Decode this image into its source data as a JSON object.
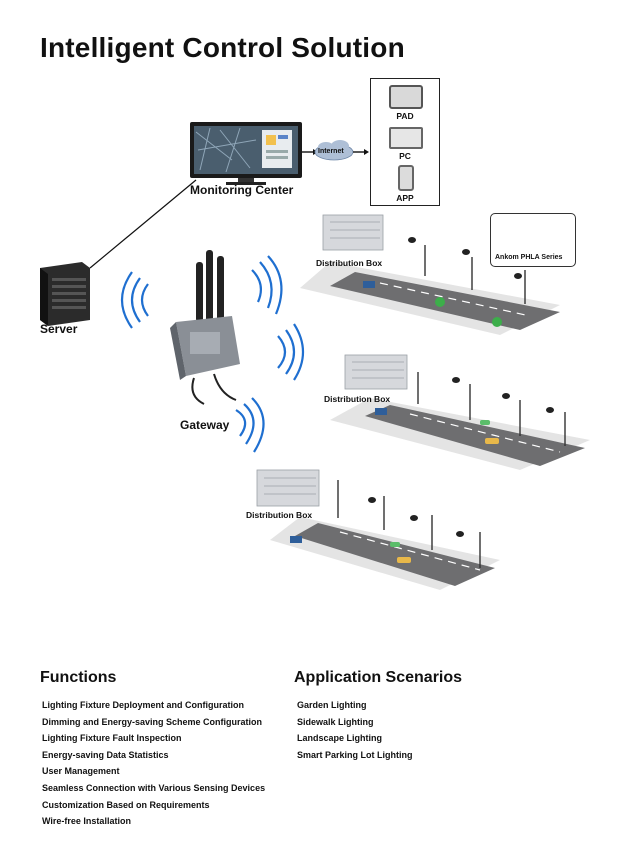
{
  "title": "Intelligent Control Solution",
  "diagram": {
    "monitoring_center": "Monitoring Center",
    "internet": "Internet",
    "devices": [
      "PAD",
      "PC",
      "APP"
    ],
    "server": "Server",
    "gateway": "Gateway",
    "sensor": "Ankom PHLA Series",
    "distribution_box_1": "Distribution Box",
    "distribution_box_2": "Distribution Box",
    "distribution_box_3": "Distribution Box"
  },
  "functions": {
    "heading": "Functions",
    "items": [
      "Lighting Fixture Deployment and Configuration",
      "Dimming and Energy-saving Scheme Configuration",
      "Lighting Fixture Fault Inspection",
      "Energy-saving Data Statistics",
      "User Management",
      "Seamless Connection with Various Sensing Devices",
      "Customization Based on Requirements",
      "Wire-free Installation"
    ]
  },
  "scenarios": {
    "heading": "Application Scenarios",
    "items": [
      "Garden Lighting",
      "Sidewalk Lighting",
      "Landscape Lighting",
      "Smart Parking Lot Lighting"
    ]
  },
  "colors": {
    "road": "#6e6e70",
    "roadside": "#e4e4e4",
    "cabinet": "#d6d8dc",
    "signal": "#1f6fd0",
    "tree": "#3cae4a"
  }
}
